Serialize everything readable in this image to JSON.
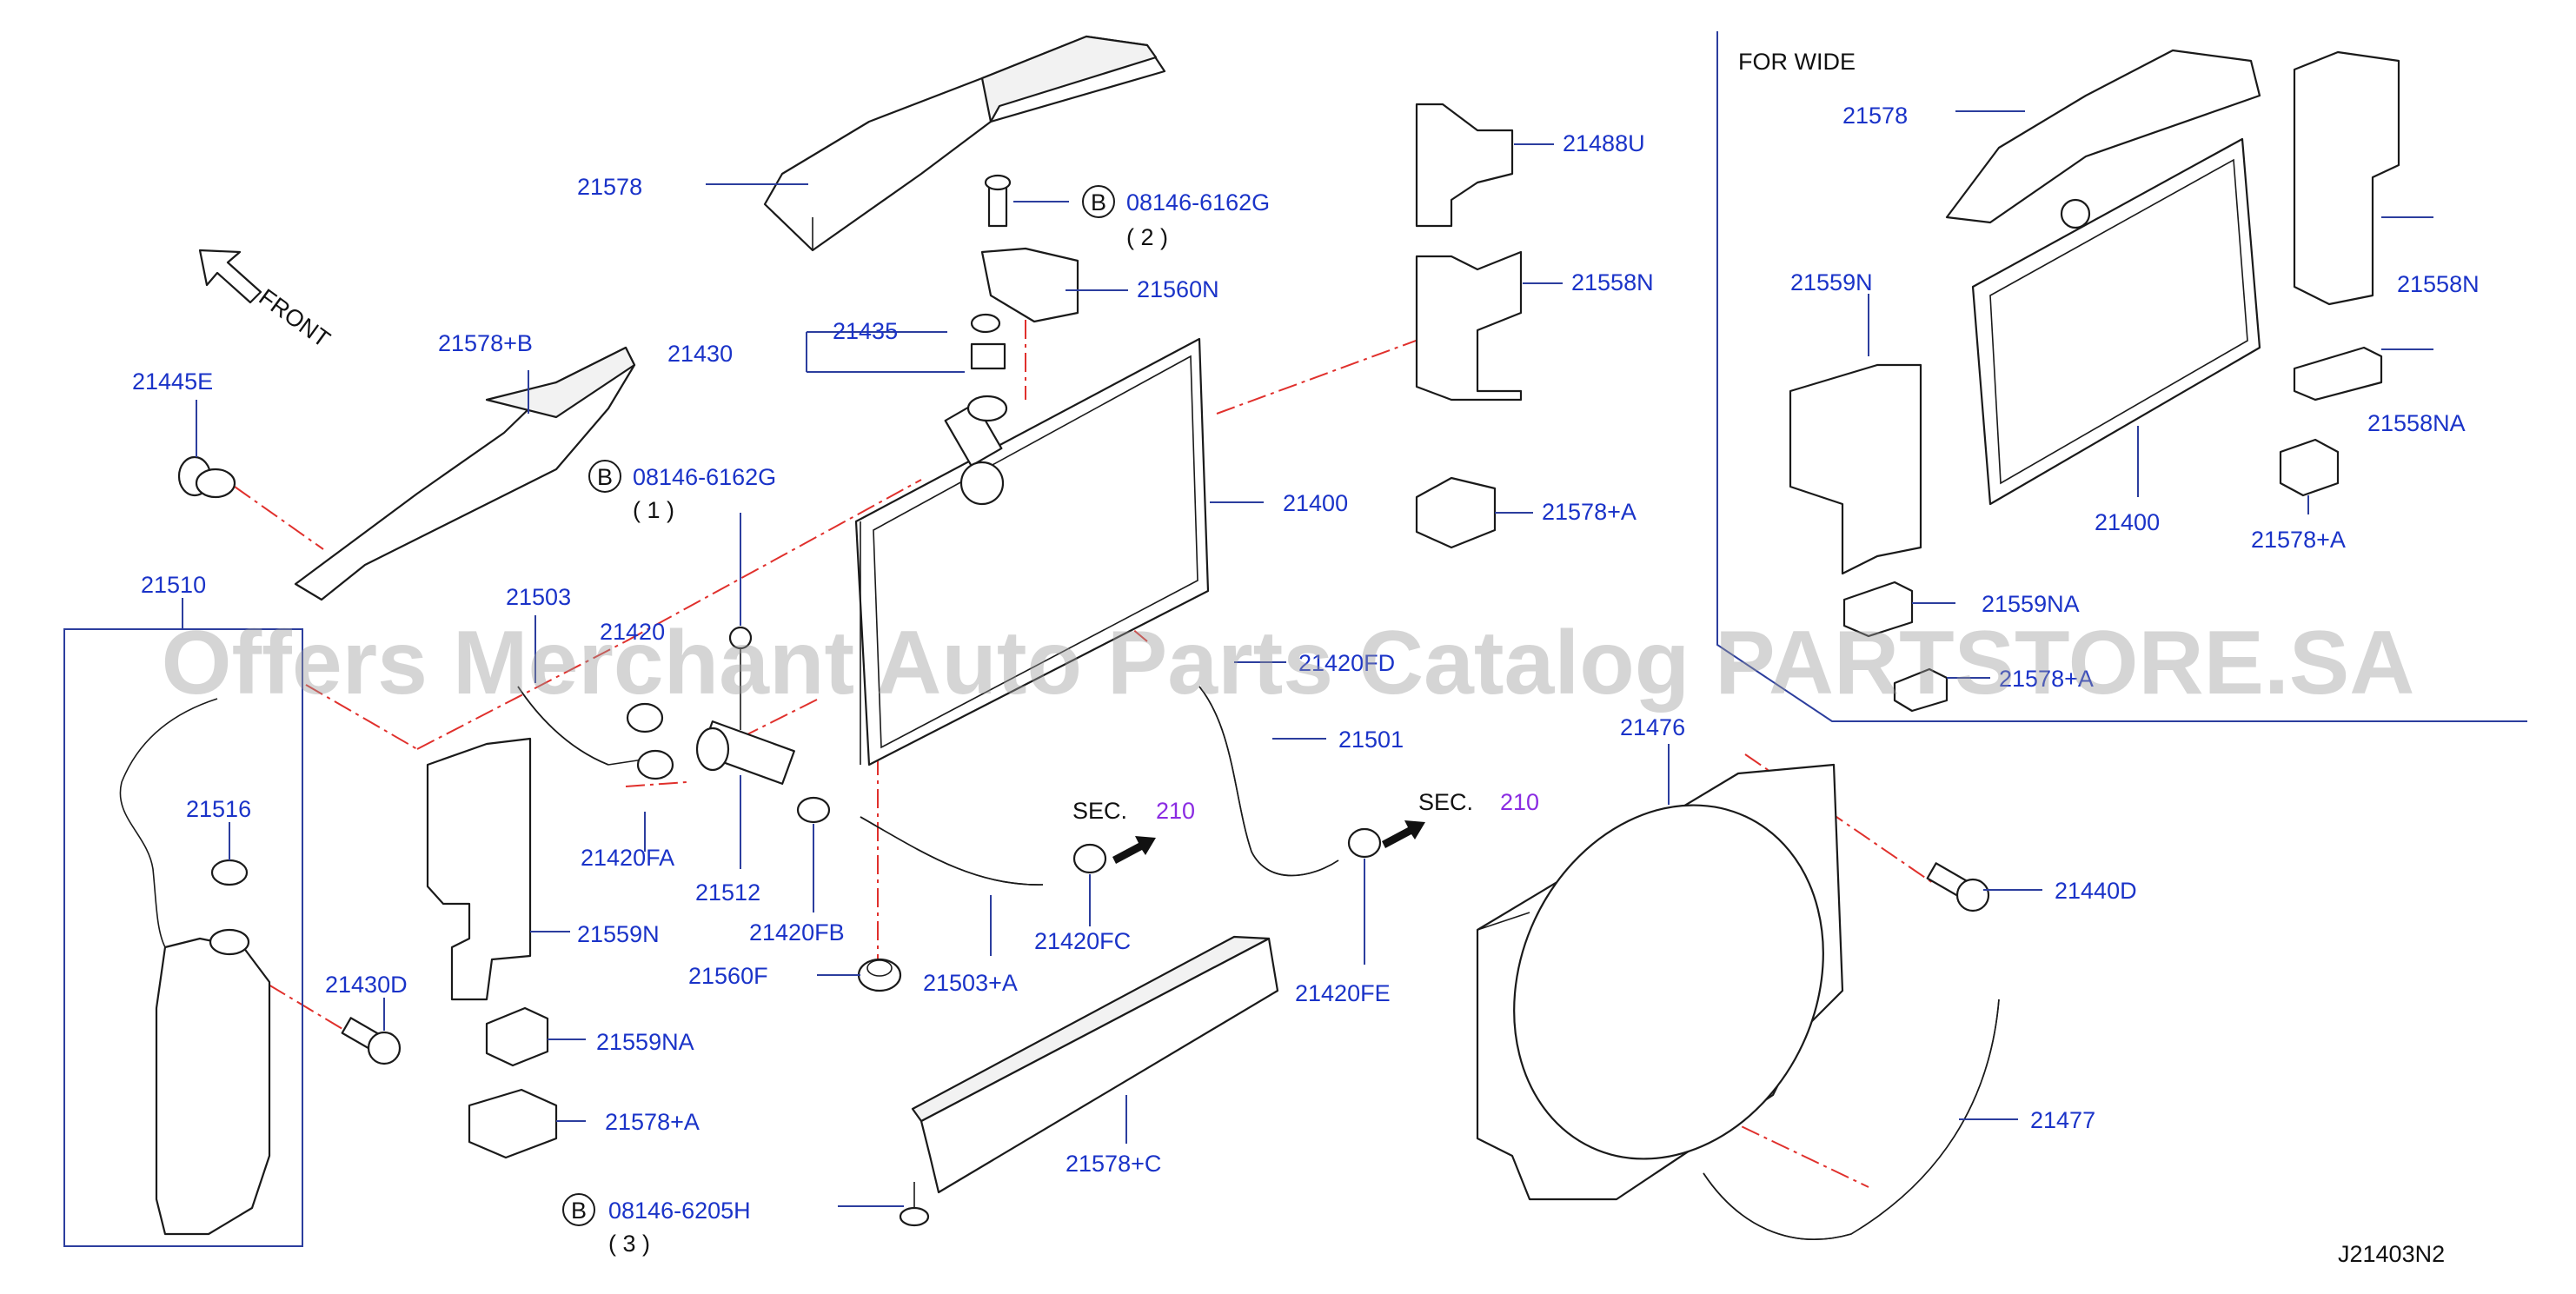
{
  "watermark": "Offers Merchant Auto Parts Catalog PARTSTORE.SA",
  "diagram_code": "J21403N2",
  "inset_title": "FOR  WIDE",
  "front_label": "FRONT",
  "sec_labels": [
    {
      "prefix": "SEC.",
      "number": "210"
    },
    {
      "prefix": "SEC.",
      "number": "210"
    }
  ],
  "bolt_callouts": [
    {
      "letter": "B",
      "part": "08146-6162G",
      "qty": "( 2 )"
    },
    {
      "letter": "B",
      "part": "08146-6162G",
      "qty": "( 1 )"
    },
    {
      "letter": "B",
      "part": "08146-6205H",
      "qty": "( 3 )"
    }
  ],
  "part_labels": [
    "21578",
    "21445E",
    "21578+B",
    "21435",
    "21430",
    "21560N",
    "21488U",
    "21558N",
    "21400",
    "21578+A",
    "21510",
    "21516",
    "21430D",
    "21503",
    "21420",
    "21420FA",
    "21512",
    "21420FB",
    "21559N",
    "21559NA",
    "21578+A",
    "21560F",
    "21503+A",
    "21420FC",
    "21420FD",
    "21501",
    "21420FE",
    "21578+C",
    "21476",
    "21440D",
    "21477",
    "21578",
    "21559N",
    "21558N",
    "21558NA",
    "21400",
    "21578+A",
    "21559NA",
    "21578+A"
  ],
  "colors": {
    "label": "#1a33c8",
    "chain_line": "#e0302c",
    "section_number": "#8a2be2",
    "watermark": "#9a9a9a"
  }
}
